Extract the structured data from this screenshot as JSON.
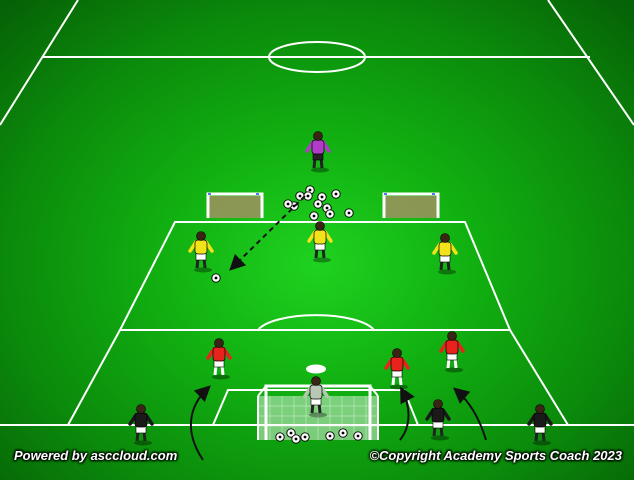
{
  "footer": {
    "powered_by": "Powered by asccloud.com",
    "copyright": "©Copyright Academy Sports Coach 2023"
  },
  "colors": {
    "pitch_center": "#1fd21f",
    "pitch_edge": "#066206",
    "team_red": "#e8231e",
    "team_yellow": "#f2e21a",
    "team_black": "#1a1a1a",
    "goalkeeper_purple": "#b03cc8",
    "goalkeeper_gray": "#b9c8b4",
    "lines": "#ffffff"
  },
  "players": {
    "goalkeeper_top": {
      "team": "purple"
    },
    "yellow": [
      {
        "id": "yellow-left"
      },
      {
        "id": "yellow-center"
      },
      {
        "id": "yellow-right"
      }
    ],
    "red": [
      {
        "id": "red-left"
      },
      {
        "id": "red-center"
      },
      {
        "id": "red-right"
      }
    ],
    "black": [
      {
        "id": "black-left"
      },
      {
        "id": "black-center"
      },
      {
        "id": "black-right"
      }
    ],
    "goalkeeper_bottom": {
      "team": "gray"
    }
  },
  "equipment": {
    "mini_goals": 2,
    "full_goal": 1,
    "ball_piles": 2
  }
}
